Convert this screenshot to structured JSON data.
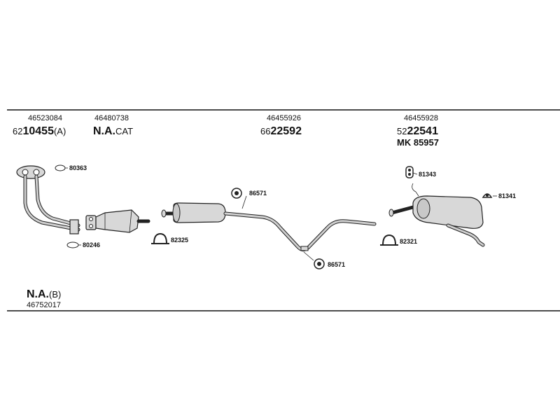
{
  "header": {
    "col1": {
      "part_no": "46523084",
      "code_prefix": "62",
      "code_main": "10455",
      "code_suffix": "(A)"
    },
    "col2": {
      "part_no": "46480738",
      "code_main": "N.A.",
      "code_suffix": "CAT"
    },
    "col3": {
      "part_no": "46455926",
      "code_prefix": "66",
      "code_main": "22592"
    },
    "col4": {
      "part_no": "46455928",
      "code_prefix": "52",
      "code_main": "22541",
      "kit_label": "MK",
      "kit_no": "85957"
    }
  },
  "callouts": {
    "gasket_front": "80363",
    "gasket_lower": "80246",
    "clamp_front": "82325",
    "hanger_mid_top": "86571",
    "hanger_mid_bottom": "86571",
    "clamp_rear": "82321",
    "hanger_rear_top": "81343",
    "hanger_rear_side": "81341"
  },
  "footer": {
    "code_main": "N.A.",
    "code_suffix": "(B)",
    "part_no": "46752017"
  }
}
